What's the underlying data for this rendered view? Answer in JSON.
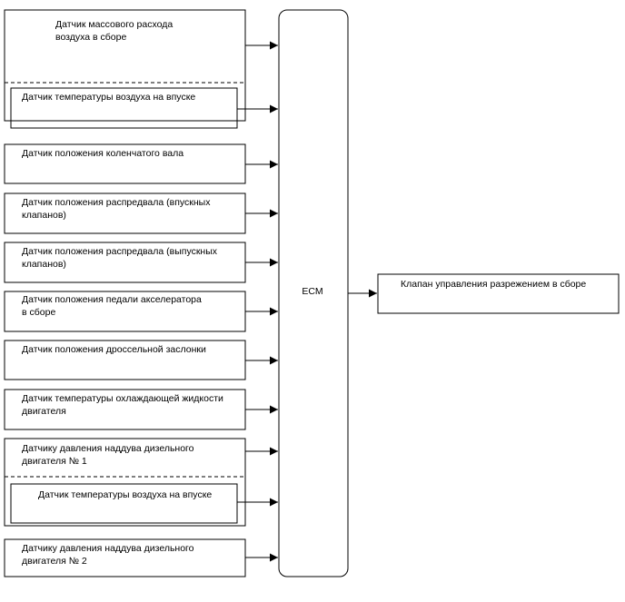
{
  "colors": {
    "stroke": "#000000",
    "background": "#ffffff"
  },
  "ecm": {
    "label": "ECM"
  },
  "inputs": [
    {
      "id": "maf",
      "lines": [
        "Датчик массового расхода",
        "воздуха в сборе"
      ]
    },
    {
      "id": "iat1",
      "lines": [
        "Датчик температуры воздуха на впуске"
      ]
    },
    {
      "id": "ckp",
      "lines": [
        "Датчик положения коленчатого вала"
      ]
    },
    {
      "id": "cmp-intake",
      "lines": [
        "Датчик положения распредвала (впускных",
        "клапанов)"
      ]
    },
    {
      "id": "cmp-exhaust",
      "lines": [
        "Датчик положения распредвала (выпускных",
        "клапанов)"
      ]
    },
    {
      "id": "app",
      "lines": [
        "Датчик положения педали акселератора",
        "в сборе"
      ]
    },
    {
      "id": "tps",
      "lines": [
        "Датчик положения дроссельной заслонки"
      ]
    },
    {
      "id": "ect",
      "lines": [
        "Датчик температуры охлаждающей жидкости",
        "двигателя"
      ]
    },
    {
      "id": "boost1",
      "lines": [
        "Датчику давления наддува дизельного",
        "двигателя № 1"
      ]
    },
    {
      "id": "iat2",
      "lines": [
        "Датчик температуры воздуха на впуске"
      ]
    },
    {
      "id": "boost2",
      "lines": [
        "Датчику давления наддува дизельного",
        "двигателя № 2"
      ]
    }
  ],
  "outputs": [
    {
      "id": "vacuum-valve",
      "lines": [
        "Клапан управления разрежением в сборе"
      ]
    }
  ]
}
